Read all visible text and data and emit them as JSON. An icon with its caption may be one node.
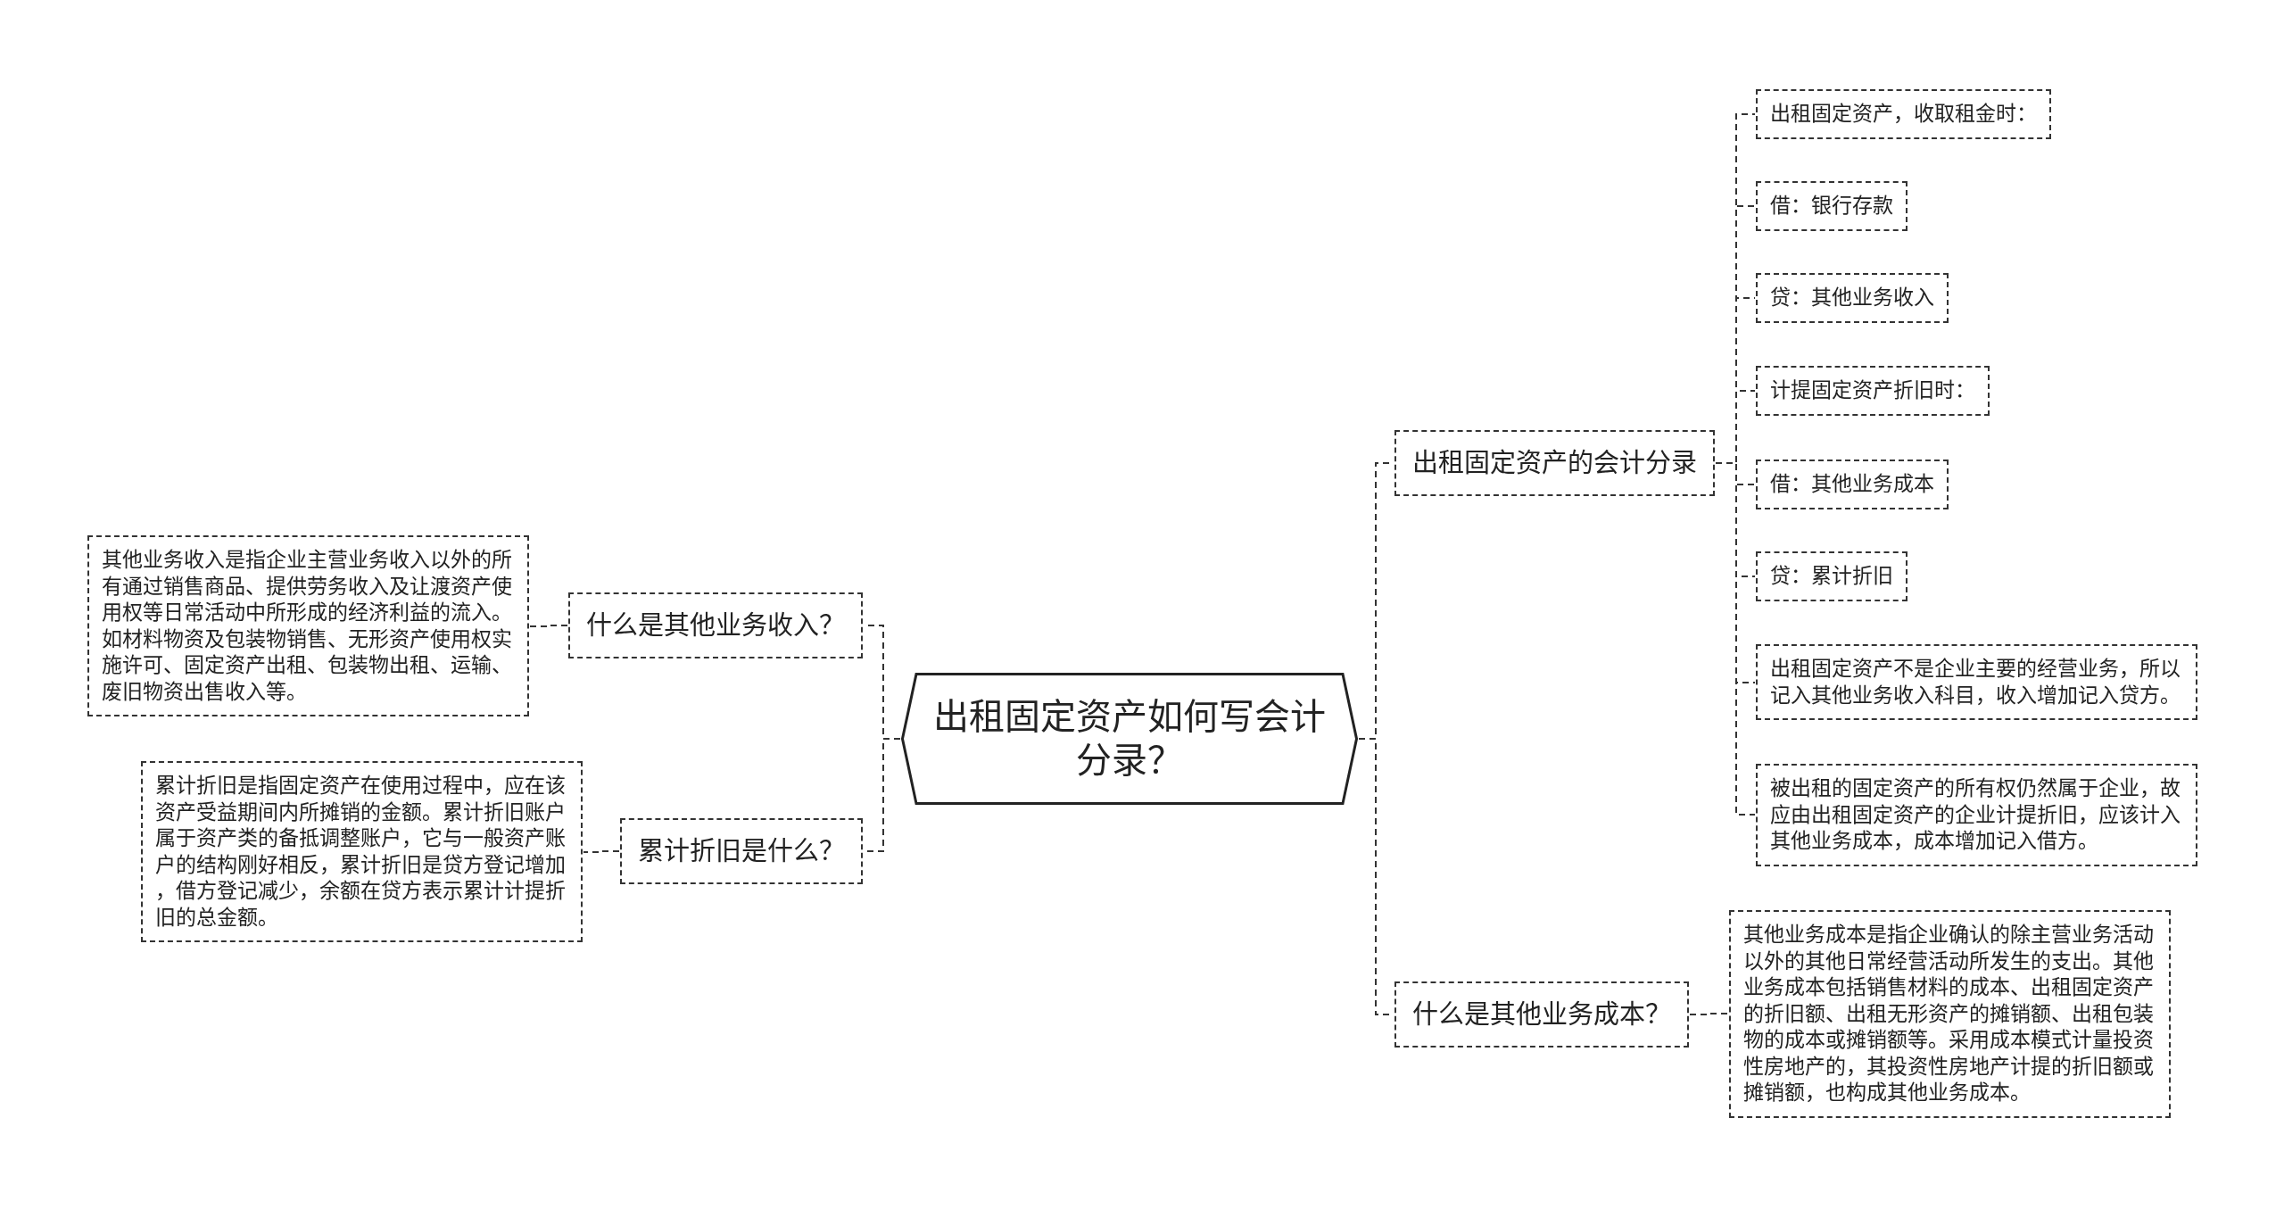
{
  "diagram": {
    "nodes": [
      {
        "text": [
          "出租固定资产如何写会计分录？"
        ]
      },
      {
        "text": [
          "出租固定资产的会计分录"
        ]
      },
      {
        "text": [
          "出租固定资产，收取租金时："
        ]
      },
      {
        "text": [
          "借：银行存款"
        ]
      },
      {
        "text": [
          "贷：其他业务收入"
        ]
      },
      {
        "text": [
          "计提固定资产折旧时："
        ]
      },
      {
        "text": [
          "借：其他业务成本"
        ]
      },
      {
        "text": [
          "贷：累计折旧"
        ]
      },
      {
        "text": [
          "出租固定资产不是企业主要的经营业务，所以记入其他业务收入科目，收入增加记入贷方。"
        ]
      },
      {
        "text": [
          "被出租的固定资产的所有权仍然属于企业，故应由出租固定资产的企业计提折旧，应该计入其他业务成本，成本增加记入借方。"
        ]
      },
      {
        "text": [
          "什么是其他业务成本？"
        ]
      },
      {
        "text": [
          "其他业务成本是指企业确认的除主营业务活动以外的其他日常经营活动所发生的支出。其他业务成本包括销售材料的成本、出租固定资产的折旧额、出租无形资产的摊销额、出租包装物的成本或摊销额等。采用成本模式计量投资性房地产的，其投资性房地产计提的折旧额或摊销额，也构成其他业务成本。"
        ]
      },
      {
        "text": [
          "什么是其他业务收入？"
        ]
      },
      {
        "text": [
          "其他业务收入是指企业主营业务收入以外的所有通过销售商品、提供劳务收入及让渡资产使用权等日常活动中所形成的经济利益的流入。如材料物资及包装物销售、无形资产使用权实施许可、固定资产出租、包装物出租、运输、废旧物资出售收入等。"
        ]
      },
      {
        "text": [
          "累计折旧是什么？"
        ]
      },
      {
        "text": [
          "累计折旧是指固定资产在使用过程中，应在该资产受益期间内所摊销的金额。累计折旧账户属于资产类的备抵调整账户，它与一般资产账户的结构刚好相反，累计折旧是贷方登记增加，借方登记减少，余额在贷方表示累计计提折旧的总金额。"
        ]
      }
    ],
    "edges": [
      {
        "from": 0,
        "to": 1,
        "arrow": "none"
      },
      {
        "from": 1,
        "to": 2,
        "arrow": "none"
      },
      {
        "from": 1,
        "to": 3,
        "arrow": "none"
      },
      {
        "from": 1,
        "to": 4,
        "arrow": "none"
      },
      {
        "from": 1,
        "to": 5,
        "arrow": "none"
      },
      {
        "from": 1,
        "to": 6,
        "arrow": "none"
      },
      {
        "from": 1,
        "to": 7,
        "arrow": "none"
      },
      {
        "from": 1,
        "to": 8,
        "arrow": "none"
      },
      {
        "from": 1,
        "to": 9,
        "arrow": "none"
      },
      {
        "from": 0,
        "to": 10,
        "arrow": "none"
      },
      {
        "from": 10,
        "to": 11,
        "arrow": "none"
      },
      {
        "from": 0,
        "to": 12,
        "arrow": "none"
      },
      {
        "from": 12,
        "to": 13,
        "arrow": "none"
      },
      {
        "from": 0,
        "to": 14,
        "arrow": "none"
      },
      {
        "from": 14,
        "to": 15,
        "arrow": "none"
      }
    ]
  }
}
